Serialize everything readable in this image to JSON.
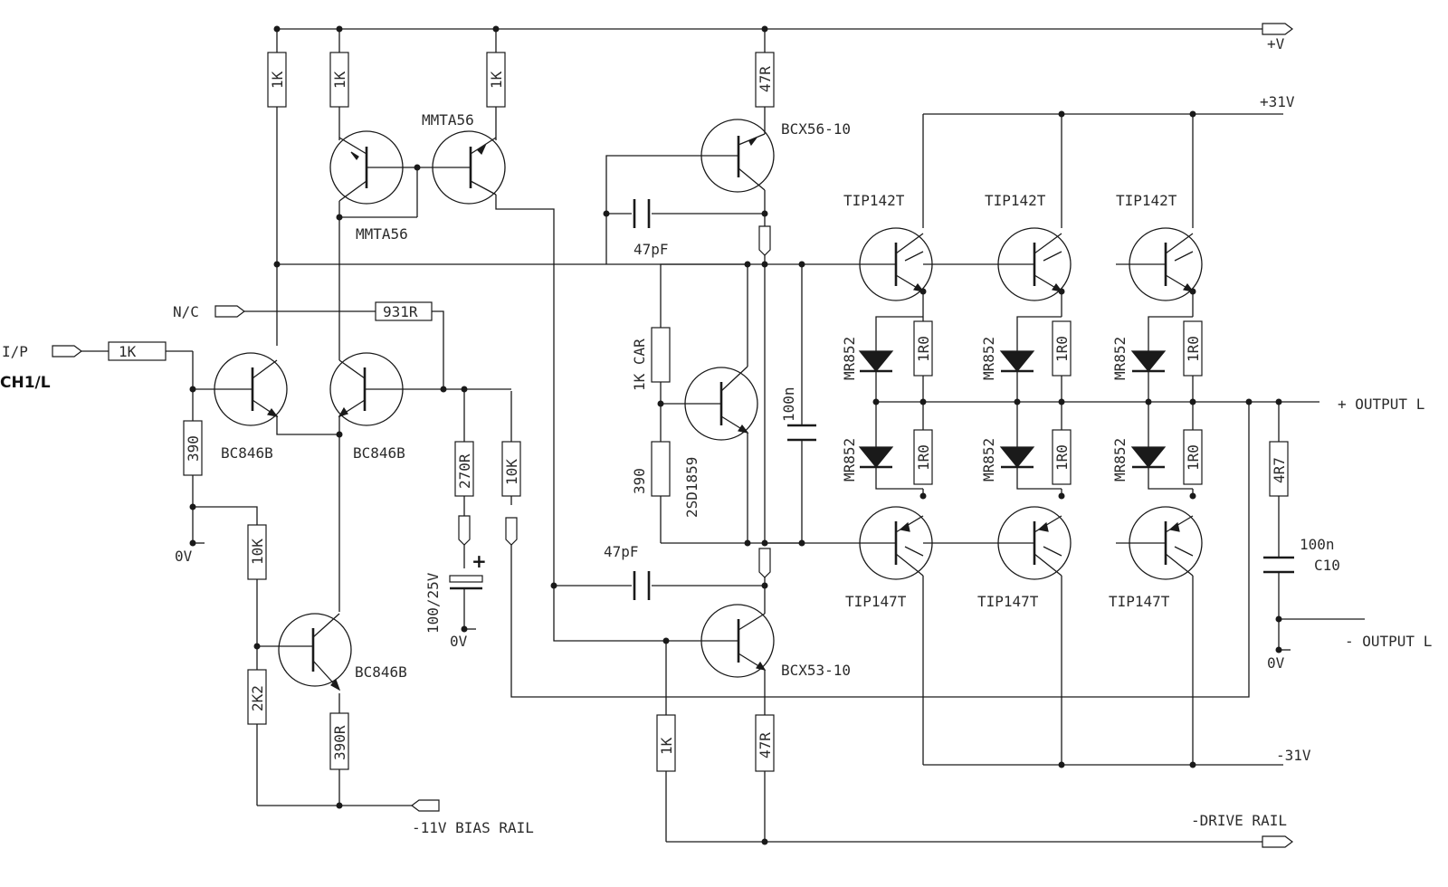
{
  "labels": {
    "ip": "I/P",
    "ch1l": "CH1/L",
    "nc": "N/C",
    "plus_v": "+V",
    "plus31": "+31V",
    "minus31": "-31V",
    "bias_rail": "-11V BIAS RAIL",
    "drive_rail": "-DRIVE RAIL",
    "out_plus": "+ OUTPUT L",
    "out_minus": "- OUTPUT L",
    "zero_v": "0V",
    "plus_sign": "+"
  },
  "transistors": {
    "q_mmta_left": "MMTA56",
    "q_mmta_right": "MMTA56",
    "q_bcx56": "BCX56-10",
    "q_bc846_left": "BC846B",
    "q_bc846_right": "BC846B",
    "q_bc846_low": "BC846B",
    "q_2sd1859": "2SD1859",
    "q_bcx53": "BCX53-10",
    "q_tip142": "TIP142T",
    "q_tip147": "TIP147T"
  },
  "resistors": {
    "r_top1": "1K",
    "r_top2": "1K",
    "r_top3": "1K",
    "r_47r_top": "47R",
    "r_input": "1K",
    "r_931": "931R",
    "r_390_in": "390",
    "r_10k_low": "10K",
    "r_2k2": "2K2",
    "r_390r": "390R",
    "r_270r": "270R",
    "r_10k_fb": "10K",
    "r_1k_car": "1K CAR",
    "r_390_mid": "390",
    "r_1k_bot": "1K",
    "r_47r_bot": "47R",
    "r_1r0": "1R0",
    "r_4r7": "4R7"
  },
  "capacitors": {
    "c_47p": "47pF",
    "c_100n_mid": "100n",
    "c_100_25v": "100/25V",
    "c_100n_out": "100n",
    "c10": "C10"
  },
  "diodes": {
    "d_mr852": "MR852"
  }
}
